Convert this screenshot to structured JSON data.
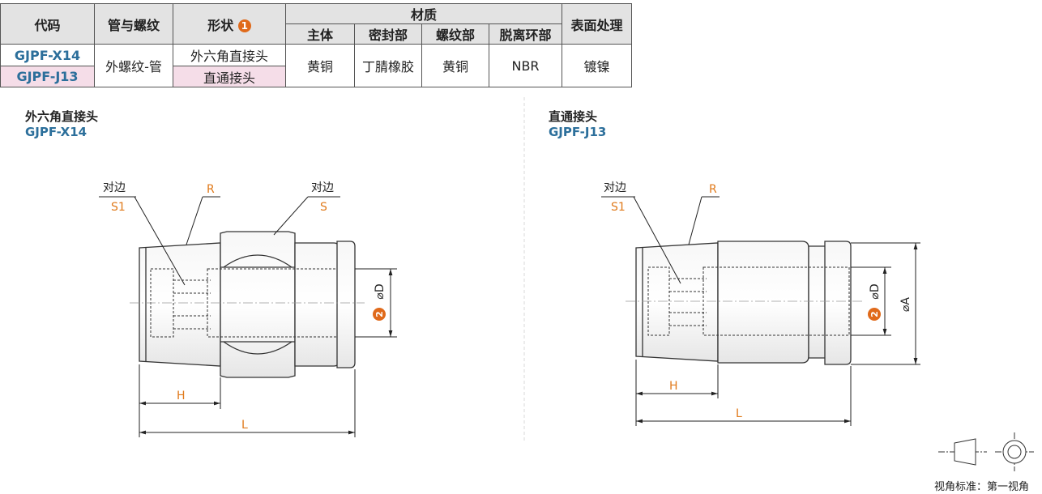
{
  "table": {
    "headers": {
      "code": "代码",
      "pipe_thread": "管与螺纹",
      "shape": "形状",
      "shape_badge": "1",
      "material": "材质",
      "body": "主体",
      "seal": "密封部",
      "thread_part": "螺纹部",
      "release_ring": "脱离环部",
      "surface": "表面处理"
    },
    "rows": [
      {
        "code": "GJPF-X14",
        "shape": "外六角直接头"
      },
      {
        "code": "GJPF-J13",
        "shape": "直通接头"
      }
    ],
    "merged": {
      "pipe_thread": "外螺纹-管",
      "body": "黄铜",
      "seal": "丁腈橡胶",
      "thread_part": "黄铜",
      "release_ring": "NBR",
      "surface": "镀镍"
    }
  },
  "left_diagram": {
    "title": "外六角直接头",
    "code": "GJPF-X14",
    "label_s1_top": "对边",
    "label_s1": "S1",
    "label_r": "R",
    "label_s_top": "对边",
    "label_s": "S",
    "dim_d_badge": "2",
    "dim_d": "⌀D",
    "dim_h": "H",
    "dim_l": "L"
  },
  "right_diagram": {
    "title": "直通接头",
    "code": "GJPF-J13",
    "label_s1_top": "对边",
    "label_s1": "S1",
    "label_r": "R",
    "dim_d_badge": "2",
    "dim_d": "⌀D",
    "dim_a": "⌀A",
    "dim_h": "H",
    "dim_l": "L"
  },
  "projection_note": "视角标准：第一视角",
  "colors": {
    "accent_blue": "#2c6f9b",
    "accent_orange": "#e06a1b",
    "pink": "#f5dde8",
    "header_gray": "#e3e3e3"
  }
}
